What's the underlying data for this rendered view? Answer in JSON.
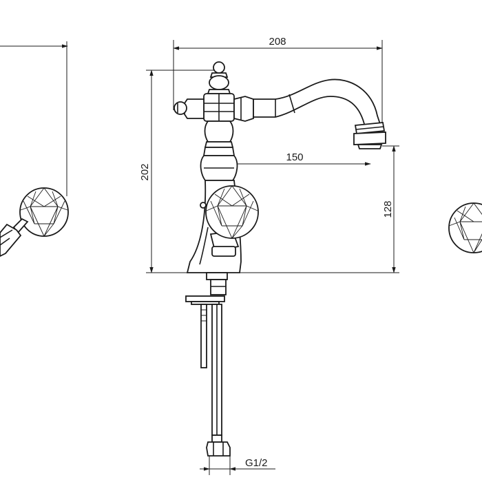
{
  "dimensions": {
    "overall_length": "208",
    "overall_height": "202",
    "spout_reach": "150",
    "spout_height": "128",
    "thread": "G1/2"
  },
  "style": {
    "line_color": "#1a1a1a",
    "background": "#ffffff"
  }
}
